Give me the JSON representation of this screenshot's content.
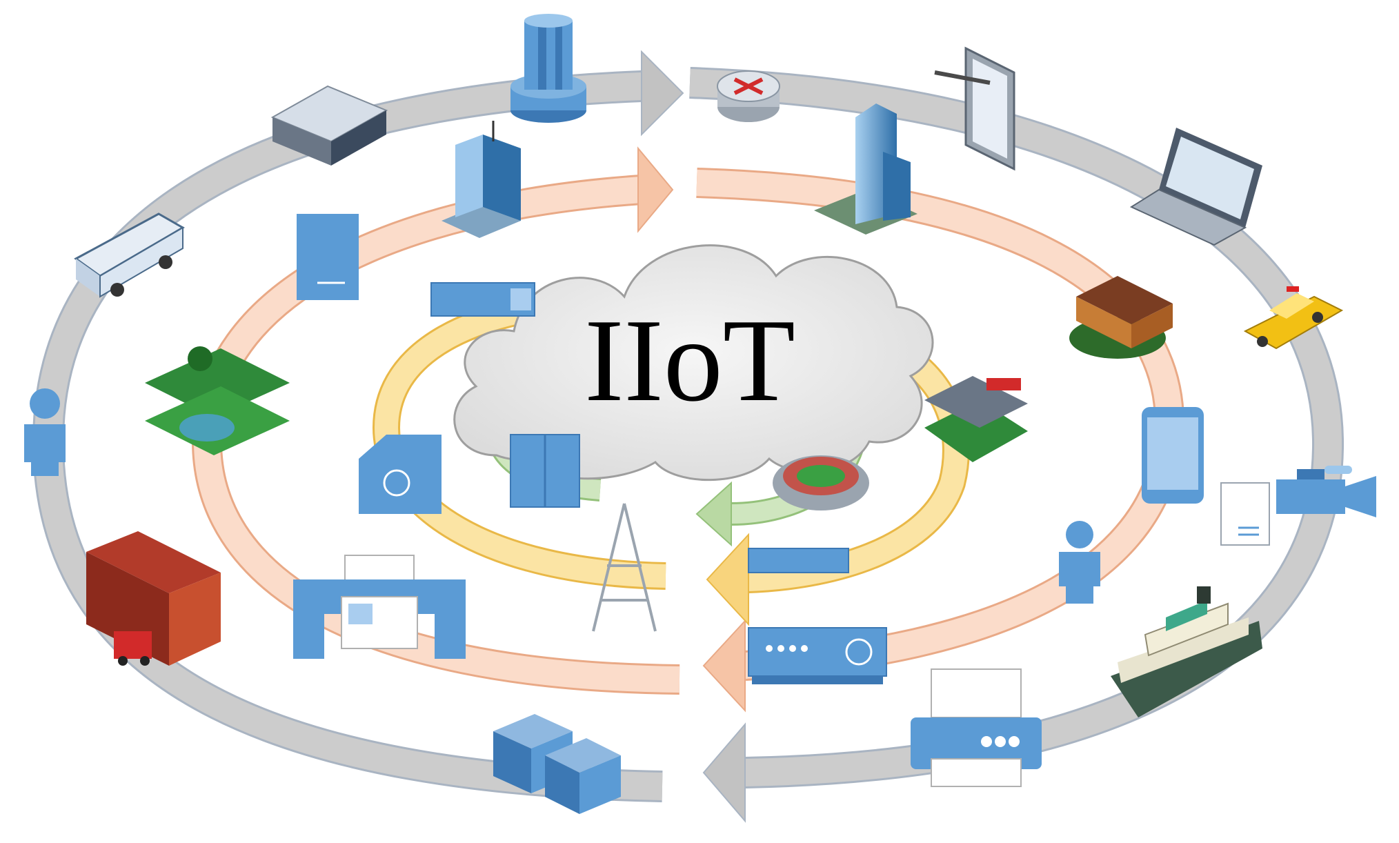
{
  "diagram": {
    "title": "IIoT",
    "rings": [
      {
        "name": "outer-ring",
        "color": "#c9c9c9",
        "edge": "#a9b4c2"
      },
      {
        "name": "middle-ring",
        "color": "#f6c4a6",
        "edge": "#e9a986"
      },
      {
        "name": "inner-ring",
        "color": "#f8d47d",
        "edge": "#e9b847"
      },
      {
        "name": "core-ring",
        "color": "#b9d9a3",
        "edge": "#94c17a"
      }
    ],
    "colors": {
      "device_blue": "#5b9bd5",
      "device_dark": "#3c78b4",
      "cloud_fill": "#e9e9e9",
      "cloud_edge": "#9e9e9e",
      "title_color": "#000000"
    },
    "icons": [
      "server-tower-icon",
      "network-appliance-icon",
      "router-icon",
      "tablet-pen-icon",
      "laptop-icon",
      "taxi-icon",
      "video-camera-icon",
      "ferry-icon",
      "printer-icon",
      "server-rack-icon",
      "fire-station-icon",
      "person-icon",
      "bus-icon",
      "office-building-icon",
      "skyscraper-icon",
      "school-building-icon",
      "smartphone-icon",
      "document-server-icon",
      "network-switch-icon",
      "web-server-icon",
      "radio-tower-icon",
      "large-printer-icon",
      "park-icon",
      "file-server-icon",
      "cube-device-icon",
      "rack-server-icon",
      "stadium-icon",
      "mall-building-icon"
    ]
  }
}
